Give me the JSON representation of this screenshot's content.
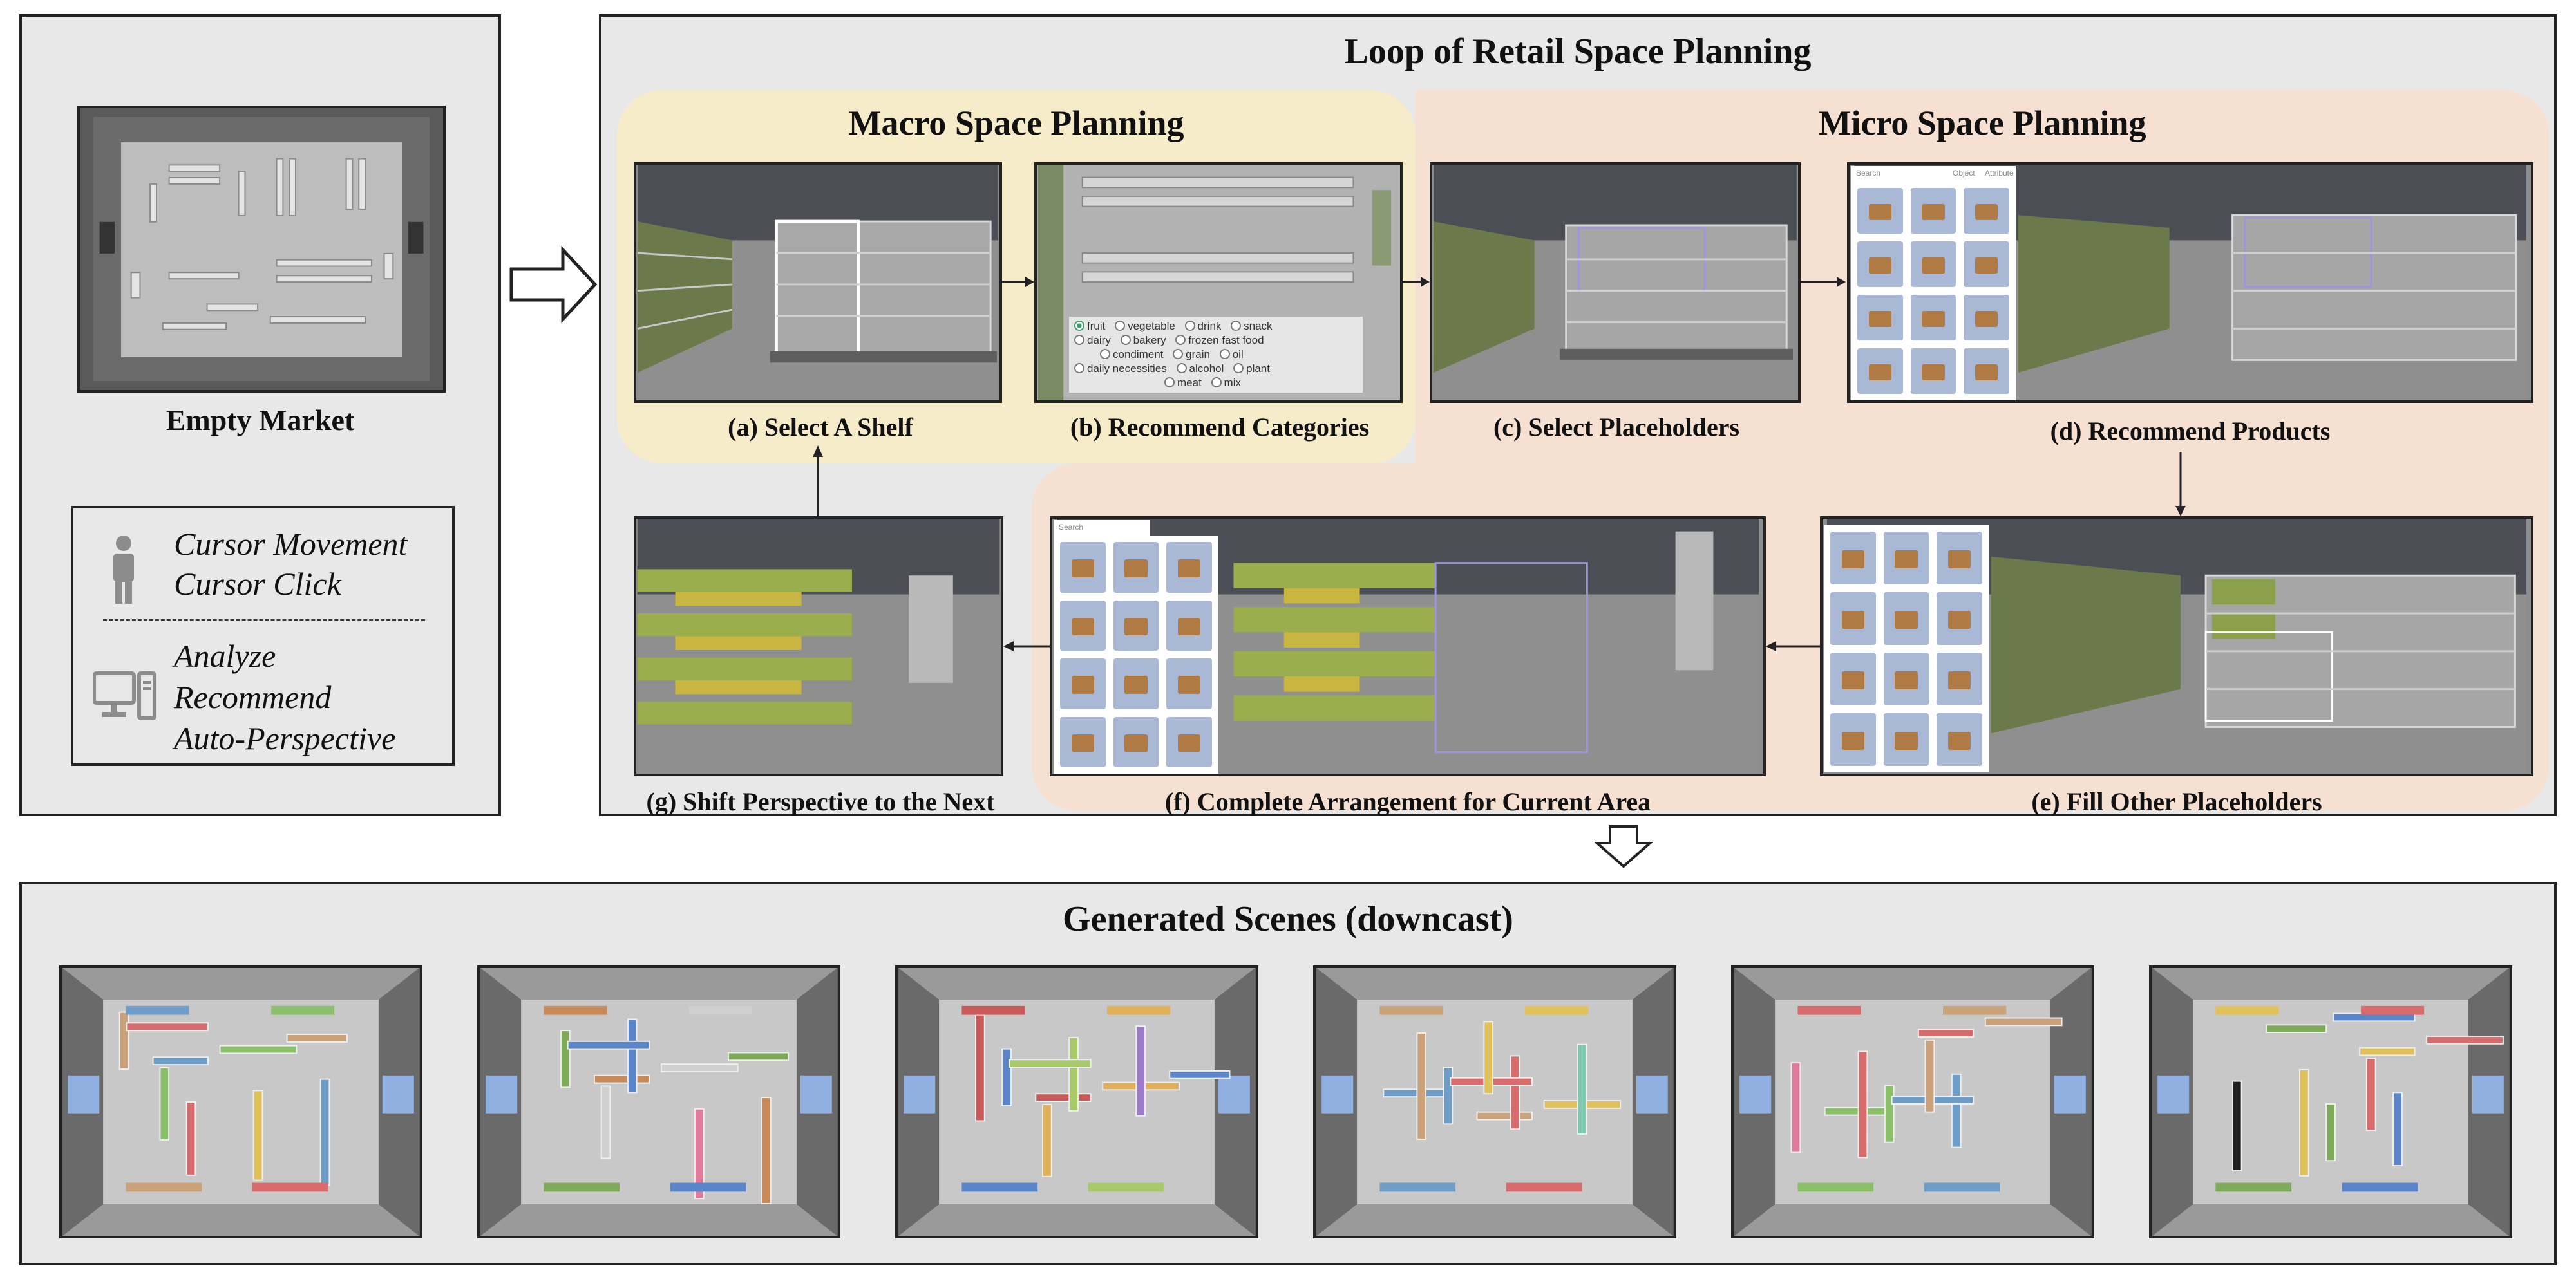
{
  "left_panel": {
    "caption": "Empty Market",
    "legend": {
      "human_lines": [
        "Cursor Movement",
        "Cursor Click"
      ],
      "computer_lines": [
        "Analyze",
        "Recommend",
        "Auto-Perspective"
      ]
    }
  },
  "loop": {
    "title": "Loop of Retail Space Planning",
    "macro_title": "Macro Space Planning",
    "micro_title": "Micro Space Planning",
    "steps": {
      "a": "(a) Select A Shelf",
      "b": "(b) Recommend Categories",
      "c": "(c) Select Placeholders",
      "d": "(d) Recommend Products",
      "e": "(e) Fill Other Placeholders",
      "f": "(f) Complete Arrangement for Current Area",
      "g": "(g) Shift Perspective to the Next"
    },
    "categories": [
      [
        "fruit",
        "vegetable",
        "drink",
        "snack"
      ],
      [
        "dairy",
        "bakery",
        "frozen fast food"
      ],
      [
        "condiment",
        "grain",
        "oil"
      ],
      [
        "daily necessities",
        "alcohol",
        "plant"
      ],
      [
        "meat",
        "mix"
      ]
    ],
    "selected_category": "fruit",
    "product_panel": {
      "search_placeholder": "Search",
      "btn1": "Object",
      "btn2": "Attribute"
    }
  },
  "generated": {
    "title": "Generated Scenes (downcast)"
  },
  "colors": {
    "macro_region": "#f7ecc9",
    "micro_region": "#f5e0d2",
    "panel_bg": "#e8e8e8",
    "border": "#222222"
  },
  "icons": [
    "person-icon",
    "computer-icon",
    "hollow-arrow-right-icon",
    "hollow-arrow-down-icon"
  ]
}
